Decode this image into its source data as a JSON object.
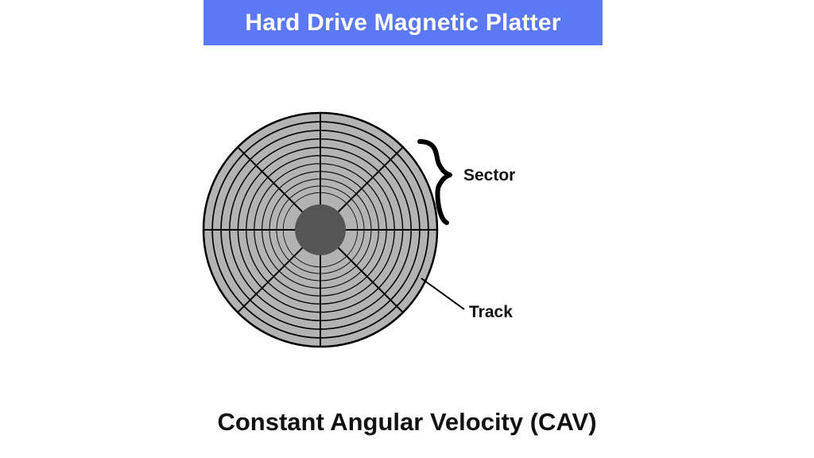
{
  "header": {
    "title": "Hard Drive Magnetic Platter",
    "banner_color": "#5b78f6"
  },
  "diagram": {
    "labels": {
      "sector": "Sector",
      "track": "Track"
    },
    "track_count": 11,
    "sector_count": 8,
    "colors": {
      "platter": "#b3b3b3",
      "hub": "#555555",
      "lines": "#000000"
    }
  },
  "caption": "Constant Angular Velocity (CAV)"
}
